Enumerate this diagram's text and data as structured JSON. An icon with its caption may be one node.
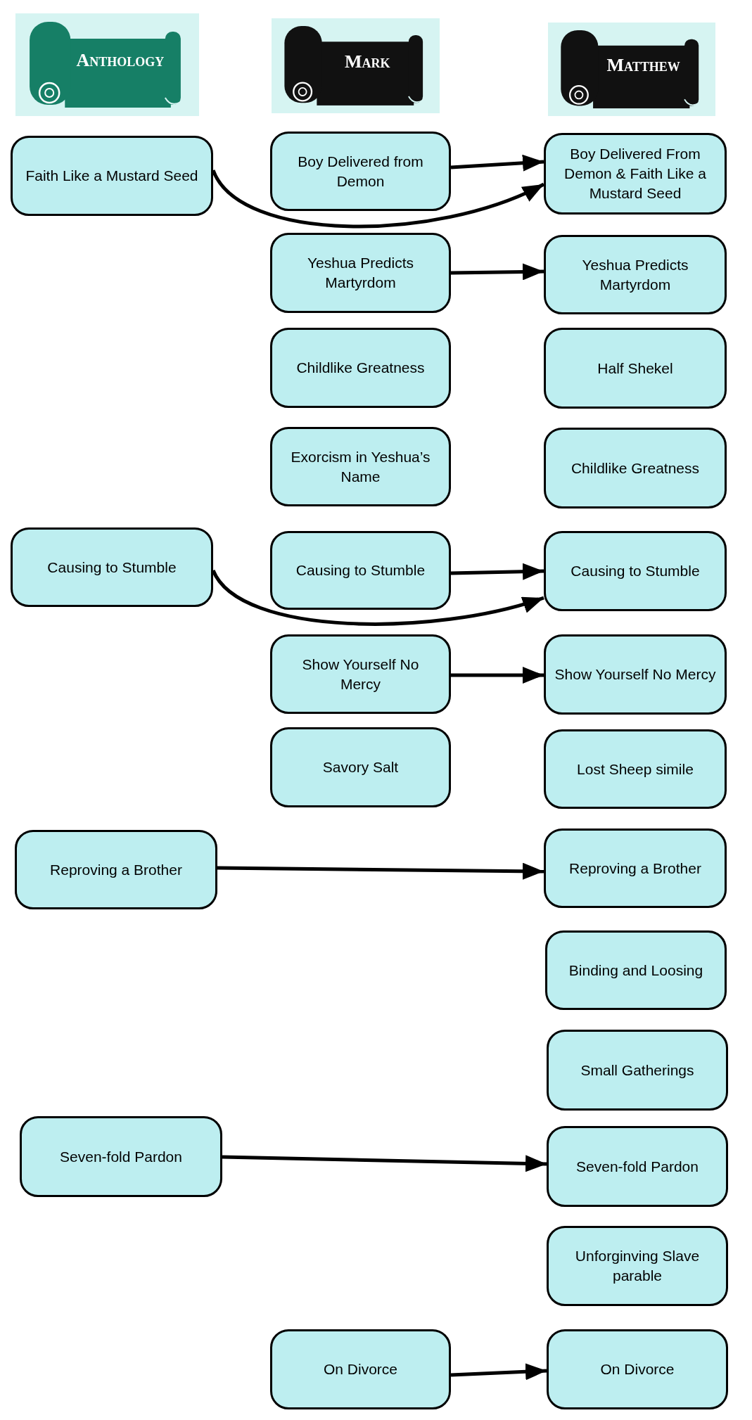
{
  "diagram": {
    "nodes": [
      {
        "text": [
          "Anthology"
        ]
      },
      {
        "text": [
          "Mark"
        ]
      },
      {
        "text": [
          "Matthew"
        ]
      },
      {
        "text": [
          "Faith Like a Mustard Seed"
        ]
      },
      {
        "text": [
          "Boy Delivered from Demon"
        ]
      },
      {
        "text": [
          "Boy Delivered From Demon & Faith Like a Mustard Seed"
        ]
      },
      {
        "text": [
          "Yeshua Predicts Martyrdom"
        ]
      },
      {
        "text": [
          "Yeshua Predicts Martyrdom"
        ]
      },
      {
        "text": [
          "Childlike Greatness"
        ]
      },
      {
        "text": [
          "Half Shekel"
        ]
      },
      {
        "text": [
          "Exorcism in Yeshua’s Name"
        ]
      },
      {
        "text": [
          "Childlike Greatness"
        ]
      },
      {
        "text": [
          "Causing to Stumble"
        ]
      },
      {
        "text": [
          "Causing to Stumble"
        ]
      },
      {
        "text": [
          "Causing to Stumble"
        ]
      },
      {
        "text": [
          "Show Yourself No Mercy"
        ]
      },
      {
        "text": [
          "Show Yourself No Mercy"
        ]
      },
      {
        "text": [
          "Savory Salt"
        ]
      },
      {
        "text": [
          "Lost Sheep simile"
        ]
      },
      {
        "text": [
          "Reproving a Brother"
        ]
      },
      {
        "text": [
          "Reproving a Brother"
        ]
      },
      {
        "text": [
          "Binding and Loosing"
        ]
      },
      {
        "text": [
          "Small Gatherings"
        ]
      },
      {
        "text": [
          "Seven-fold Pardon"
        ]
      },
      {
        "text": [
          "Seven-fold Pardon"
        ]
      },
      {
        "text": [
          "Unforginving Slave parable"
        ]
      },
      {
        "text": [
          "On Divorce"
        ]
      },
      {
        "text": [
          "On Divorce"
        ]
      }
    ],
    "edges": [
      {
        "from": 4,
        "to": 5,
        "arrow": "to"
      },
      {
        "from": 3,
        "to": 5,
        "arrow": "to"
      },
      {
        "from": 6,
        "to": 7,
        "arrow": "to"
      },
      {
        "from": 13,
        "to": 14,
        "arrow": "to"
      },
      {
        "from": 12,
        "to": 14,
        "arrow": "to"
      },
      {
        "from": 15,
        "to": 16,
        "arrow": "to"
      },
      {
        "from": 19,
        "to": 20,
        "arrow": "to"
      },
      {
        "from": 23,
        "to": 24,
        "arrow": "to"
      },
      {
        "from": 26,
        "to": 27,
        "arrow": "to"
      }
    ]
  }
}
